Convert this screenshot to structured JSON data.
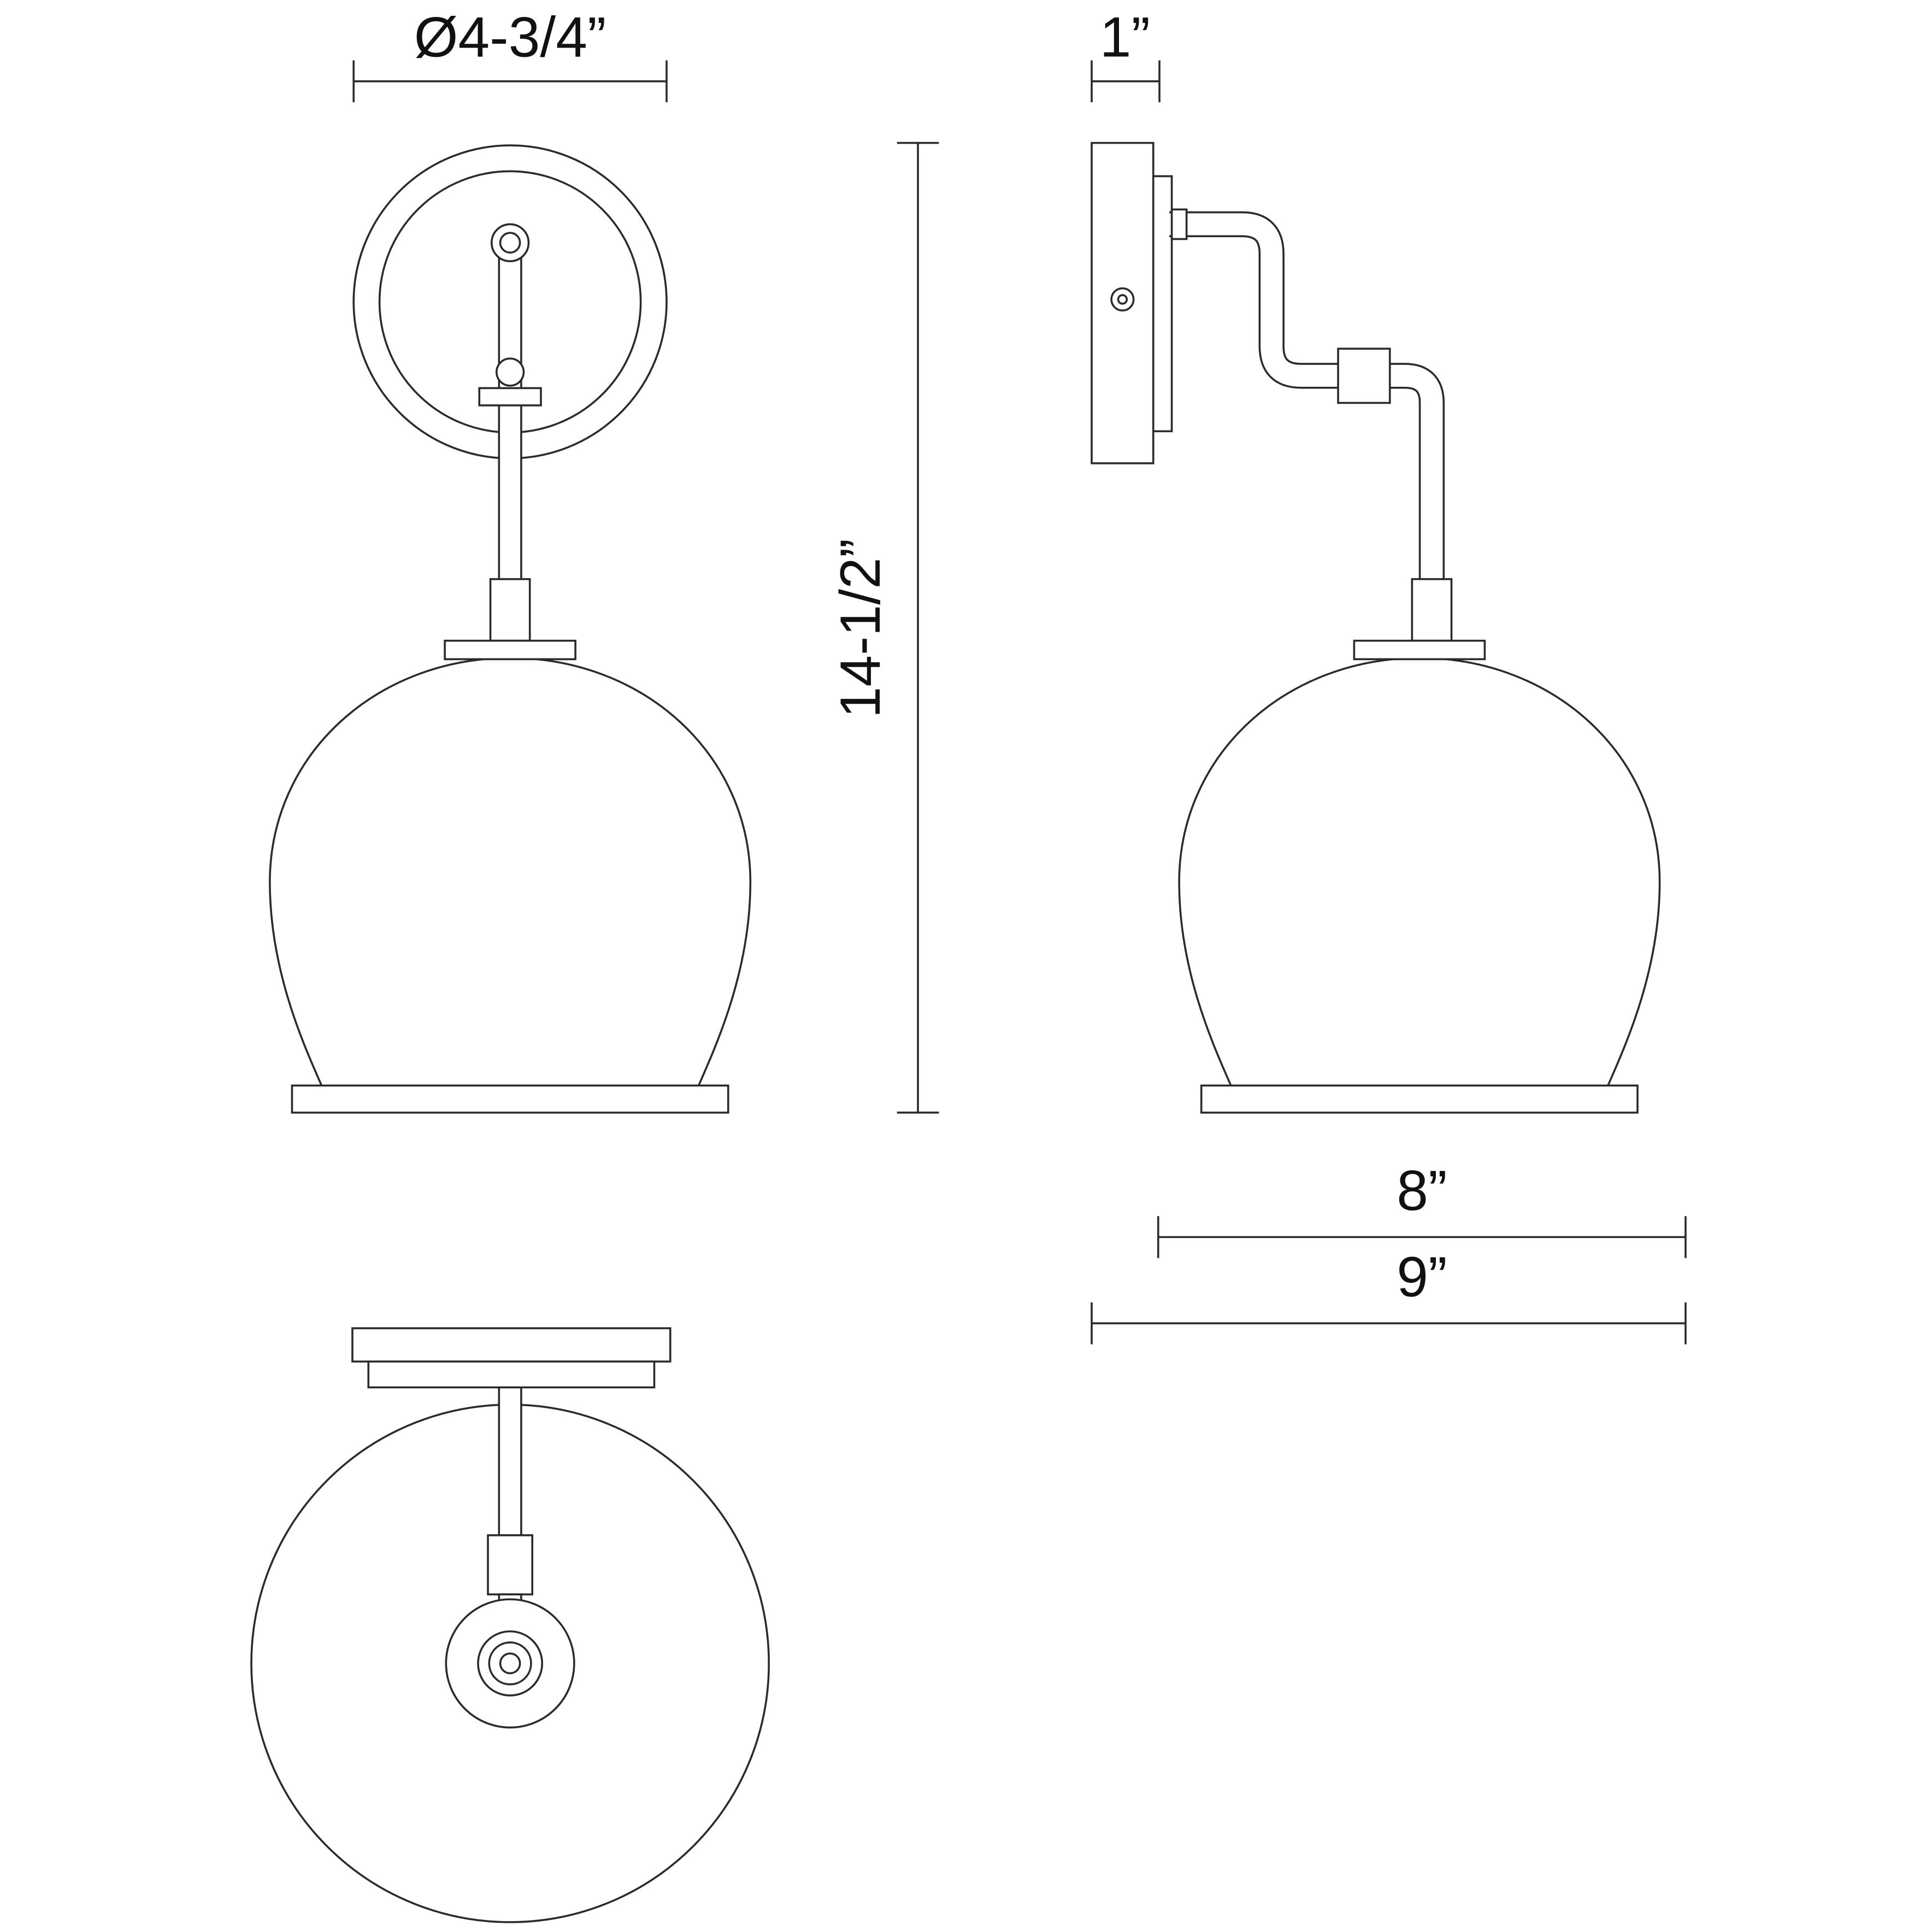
{
  "colors": {
    "line": "#2b2b2b",
    "text": "#111111",
    "background": "#ffffff"
  },
  "dimensions": {
    "canopy_diameter": "Ø4-3/4”",
    "canopy_depth": "1”",
    "overall_height": "14-1/2”",
    "shade_diameter": "8”",
    "overall_projection": "9”"
  }
}
